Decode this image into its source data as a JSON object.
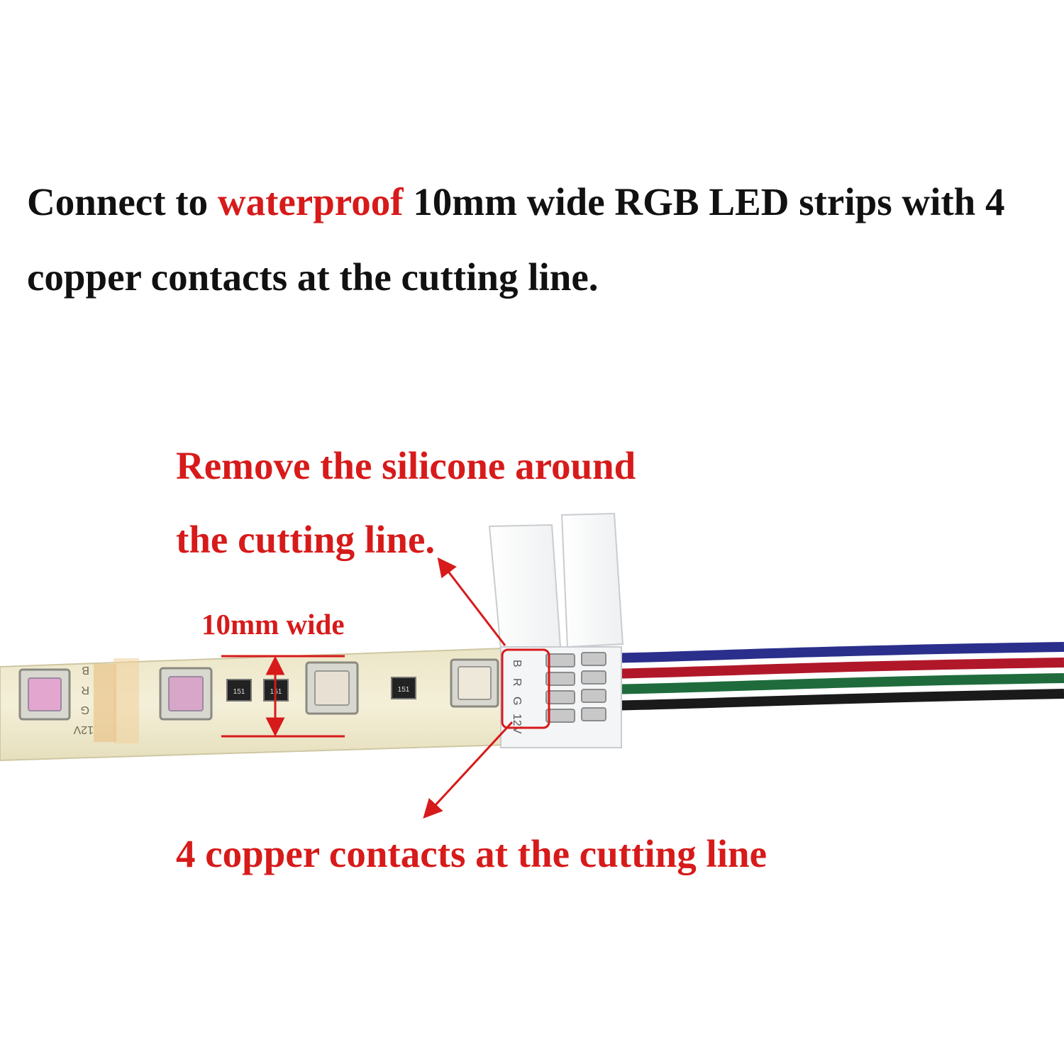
{
  "headline": {
    "part1": "Connect to ",
    "accent": "waterproof",
    "part2": " 10mm wide RGB LED strips with 4 copper contacts at the cutting line."
  },
  "callouts": {
    "silicone_line1": "Remove the silicone around",
    "silicone_line2": "the cutting line.",
    "width": "10mm wide",
    "contacts": "4 copper contacts at the cutting line"
  },
  "strip": {
    "pad_labels": [
      "B",
      "R",
      "G",
      "12V"
    ],
    "resistor_label": "151"
  },
  "colors": {
    "accent": "#d71a1a",
    "text": "#111111",
    "wire_blue": "#2a2f8c",
    "wire_red": "#b0182a",
    "wire_green": "#1f6b3c",
    "wire_black": "#1a1a1a"
  }
}
